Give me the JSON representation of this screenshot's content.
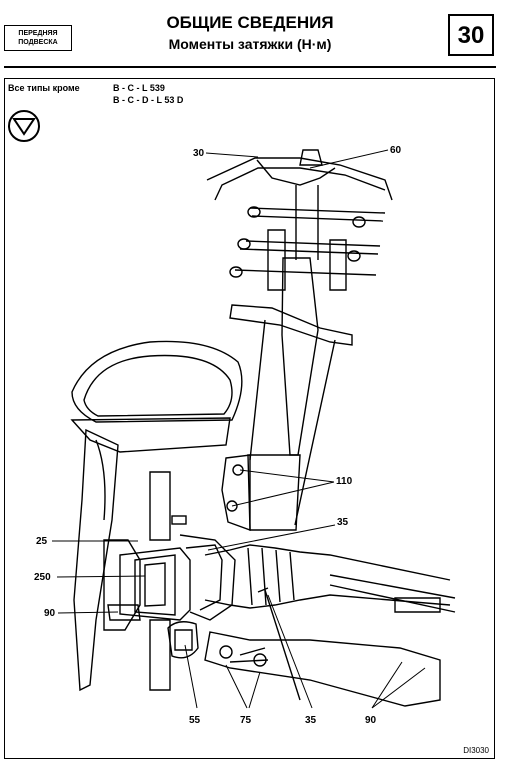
{
  "header": {
    "section_line1": "ПЕРЕДНЯЯ",
    "section_line2": "ПОДВЕСКА",
    "title": "ОБЩИЕ СВЕДЕНИЯ",
    "subtitle": "Моменты затяжки (Н·м)",
    "chapter_number": "30"
  },
  "applicability": {
    "label": "Все типы кроме",
    "models": [
      "B - C - L 539",
      "B - C - D - L 53 D"
    ]
  },
  "diagram": {
    "callouts": {
      "top_left": "30",
      "top_right": "60",
      "strut_bolts": "110",
      "driveshaft_nut_right": "35",
      "hub_left_top": "25",
      "hub_center": "250",
      "hub_left_bottom": "90",
      "balljoint_bottom": "55",
      "arm_bolts_bottom": "75",
      "tierod_bottom": "35",
      "arm_bottom_right": "90"
    },
    "reference_code": "DI3030",
    "icon": "triangle-in-circle-icon"
  }
}
